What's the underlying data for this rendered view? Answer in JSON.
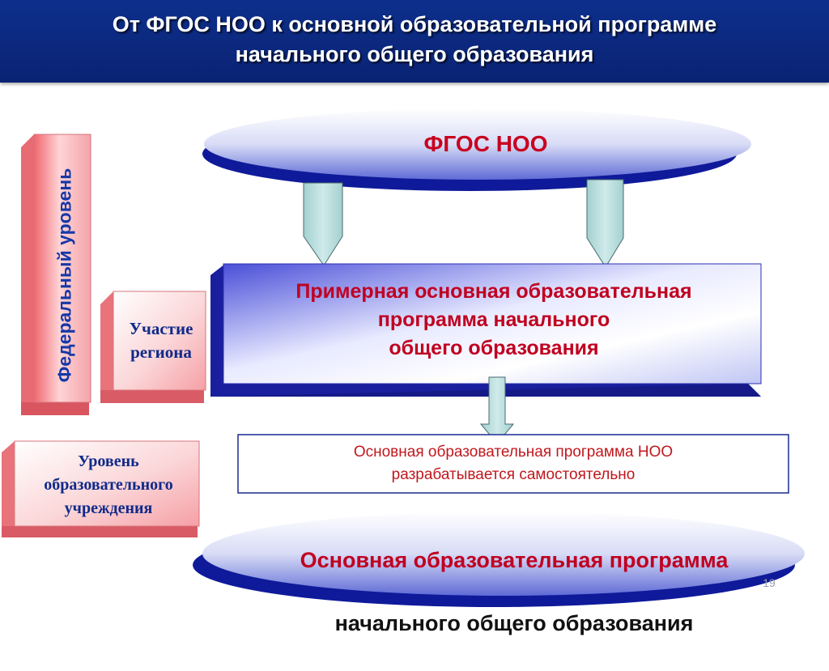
{
  "slide": {
    "title": "От ФГОС НОО к основной образовательной программе\nначального общего образования",
    "page_number": "19"
  },
  "diagram": {
    "fgos": "ФГОС НОО",
    "primer_program": "Примерная основная образовательная\nпрограмма  начального\nобщего образования",
    "oop_note": "Основная образовательная программа НОО\nразрабатывается самостоятельно",
    "bottom_line1": "Основная образовательная программа",
    "bottom_line2": "начального общего образования",
    "federal_level": "Федеральный уровень",
    "region_participation": "Участие\nрегиона",
    "school_level": "Уровень\nобразовательного\nучреждения"
  },
  "colors": {
    "header_bg": "#0d2f8c",
    "accent_red": "#c00020",
    "navy": "#102a8a",
    "arrow_fill": "#b8dcdc",
    "pink_box": "#f4a3a8"
  }
}
